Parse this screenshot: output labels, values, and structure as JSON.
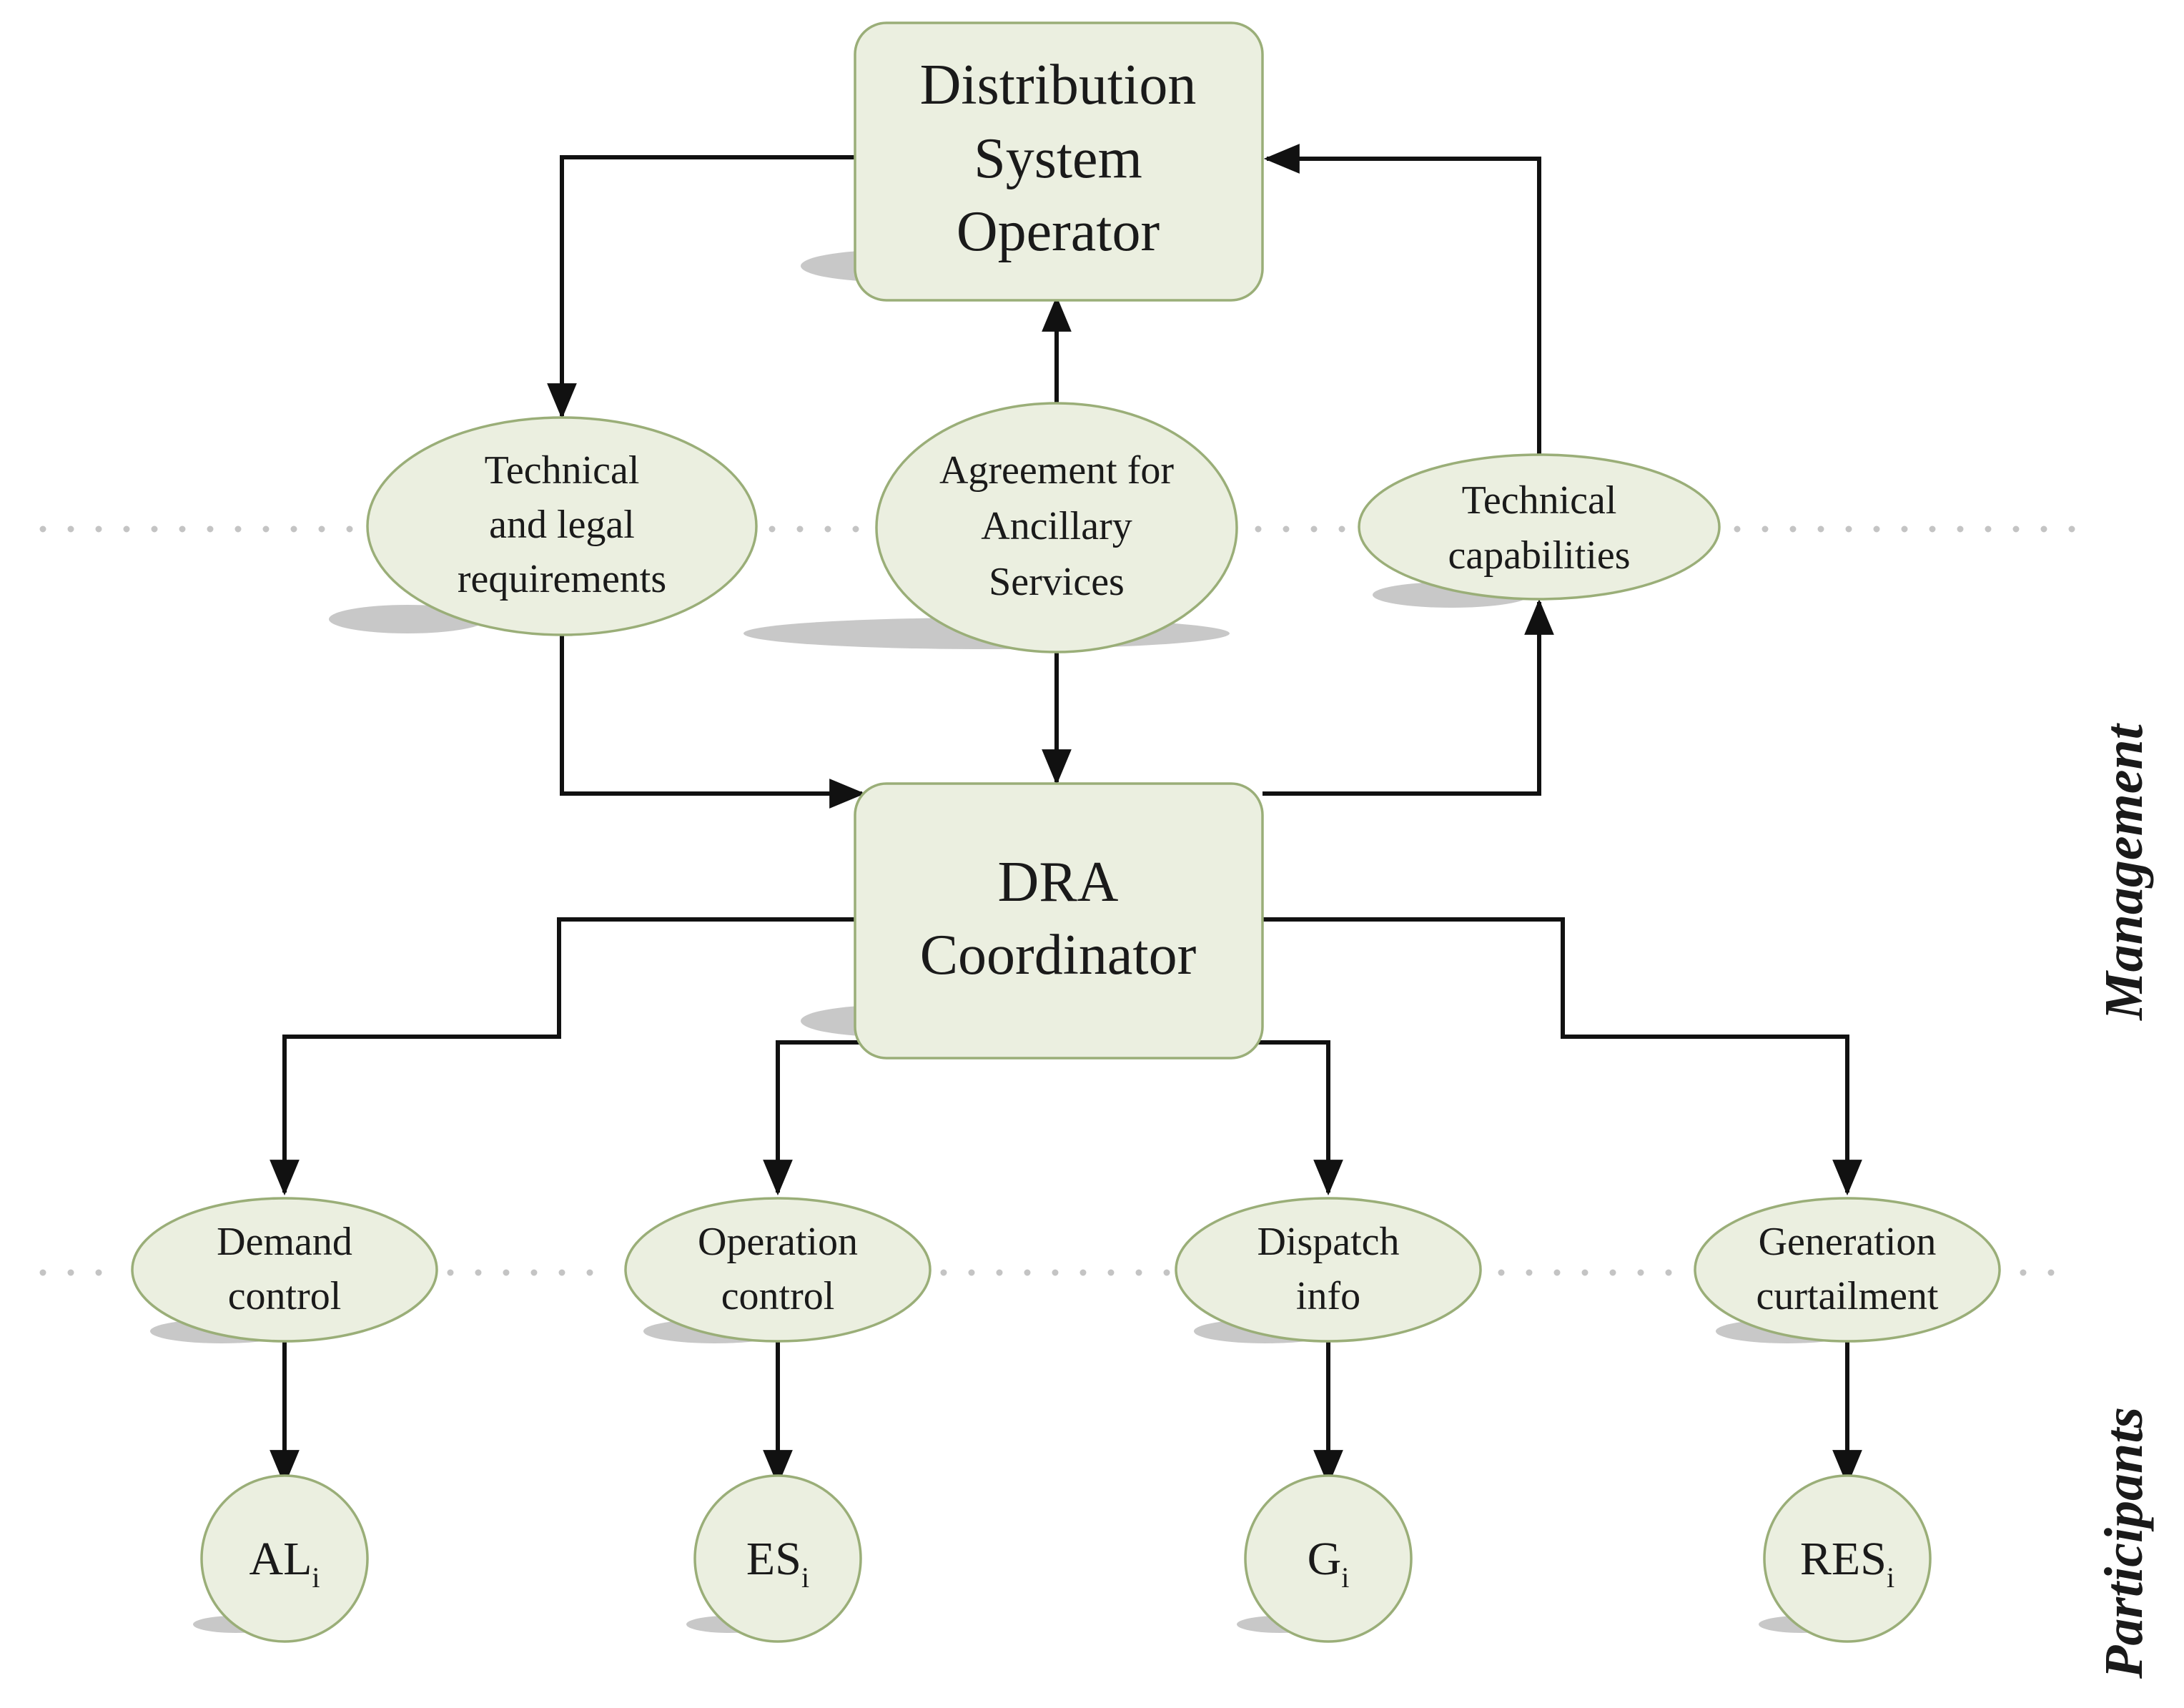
{
  "nodes": {
    "dso": {
      "lines": [
        "Distribution",
        "System",
        "Operator"
      ]
    },
    "coordinator": {
      "lines": [
        "DRA",
        "Coordinator"
      ]
    },
    "technical_legal": {
      "lines": [
        "Technical",
        "and legal",
        "requirements"
      ]
    },
    "agreement": {
      "lines": [
        "Agreement for",
        "Ancillary",
        "Services"
      ]
    },
    "capabilities": {
      "lines": [
        "Technical",
        "capabilities"
      ]
    },
    "demand_control": {
      "lines": [
        "Demand",
        "control"
      ]
    },
    "operation_control": {
      "lines": [
        "Operation",
        "control"
      ]
    },
    "dispatch_info": {
      "lines": [
        "Dispatch",
        "info"
      ]
    },
    "generation_curtailment": {
      "lines": [
        "Generation",
        "curtailment"
      ]
    }
  },
  "participants": [
    {
      "base": "AL",
      "sub": "i"
    },
    {
      "base": "ES",
      "sub": "i"
    },
    {
      "base": "G",
      "sub": "i"
    },
    {
      "base": "RES",
      "sub": "i"
    }
  ],
  "side_labels": {
    "management": "Management",
    "participants": "Participants"
  },
  "colors": {
    "node_fill": "#ebefe0",
    "node_border": "#9aae78",
    "arrow": "#111111",
    "separator_dots": "#c4c4c4"
  }
}
